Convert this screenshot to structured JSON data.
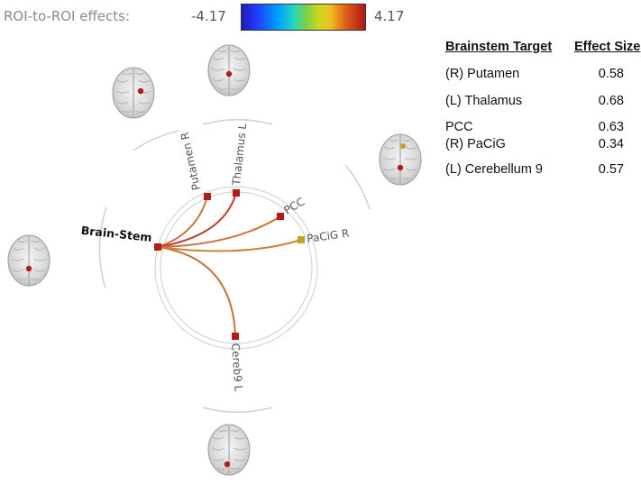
{
  "colorbar": {
    "title": "ROI-to-ROI effects:",
    "min": "-4.17",
    "max": "4.17"
  },
  "table": {
    "header_target": "Brainstem Target",
    "header_effect": "Effect Size",
    "rows": [
      {
        "target": "(R) Putamen",
        "effect": "0.58"
      },
      {
        "target": "(L) Thalamus",
        "effect": "0.68"
      },
      {
        "target": "PCC",
        "effect": "0.63"
      },
      {
        "target": "(R) PaCiG",
        "effect": "0.34"
      },
      {
        "target": "(L) Cerebellum 9",
        "effect": "0.57"
      }
    ]
  },
  "nodes": {
    "brain_stem": "Brain-Stem",
    "putamen_r": "Putamen R",
    "thalamus_l": "Thalamus L",
    "pcc": "PCC",
    "pacig_r": "PaCiG R",
    "cereb9_l": "Cereb9 L"
  },
  "colors": {
    "node_red": "#b31b1b",
    "node_yellow": "#c8a21e",
    "link_brown": "#c8743a",
    "link_red": "#c0392b"
  }
}
